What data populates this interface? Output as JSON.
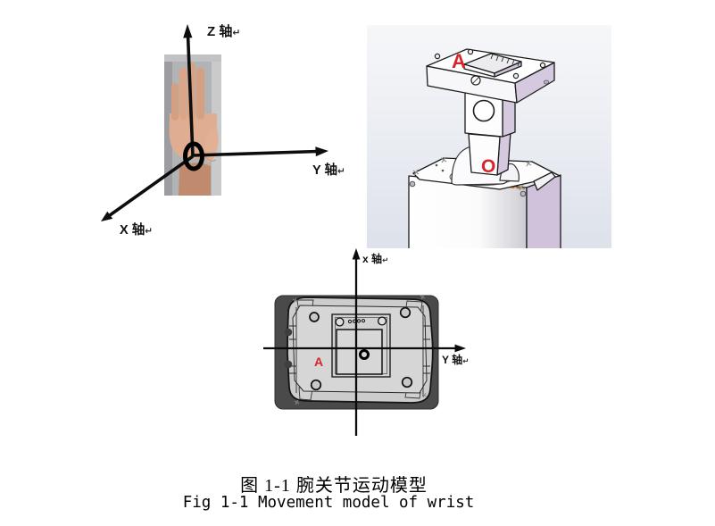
{
  "figure": {
    "caption_zh": "图 1-1 腕关节运动模型",
    "caption_en": "Fig 1-1 Movement model of wrist"
  },
  "hand_diagram": {
    "z_axis_label": "Z 轴",
    "y_axis_label": "Y 轴",
    "x_axis_label": "X 轴",
    "paragraph_mark": "↵"
  },
  "cad_view": {
    "point_a_label": "A",
    "point_o_label": "O"
  },
  "top_view": {
    "x_axis_label": "x 轴",
    "y_axis_label": "Y 轴",
    "point_a_label": "A",
    "paragraph_mark": "↵"
  },
  "colors": {
    "annotation_red": "#d5262c",
    "axis_black": "#0d0d0d",
    "cad_side_lavender": "#d5c9e0",
    "cad_background_top": "#f6f7f9",
    "cad_background_bottom": "#dde1ea",
    "plate_gray": "#cccccc",
    "dark_photo_background": "#4a4a4a",
    "skin_tone": "#d8a284",
    "orange_edge": "#b5701f"
  }
}
